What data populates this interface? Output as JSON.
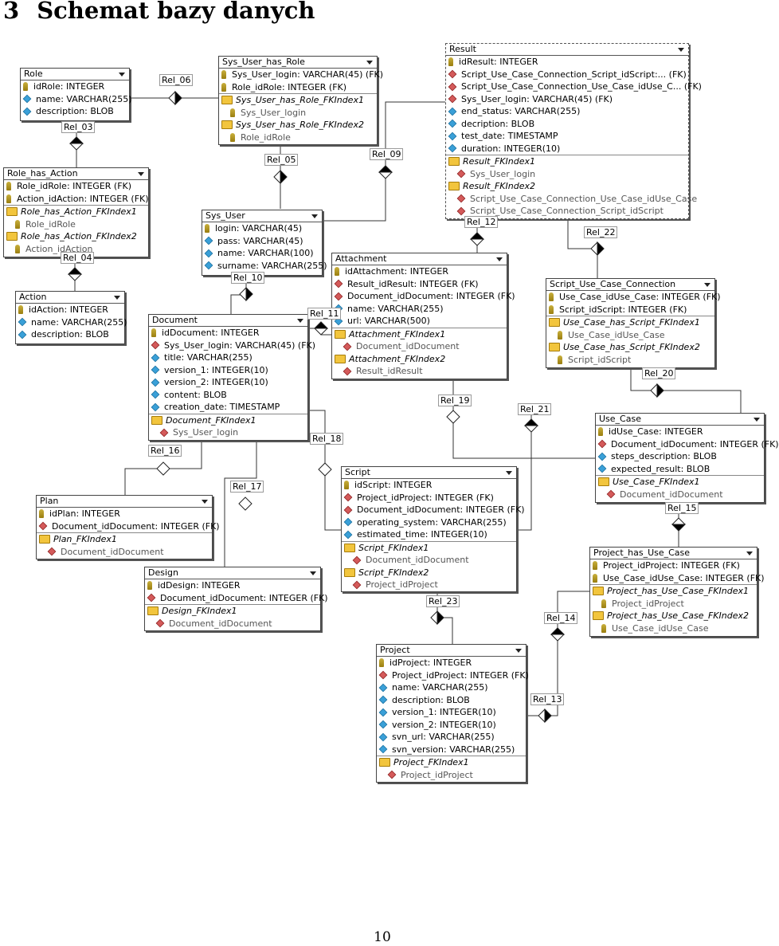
{
  "page": {
    "number": "3",
    "title": "Schemat bazy danych",
    "page_number": "10"
  },
  "tables": [
    {
      "id": "role",
      "title": "Role",
      "sections": [
        [
          {
            "icon": "key",
            "text": "idRole: INTEGER"
          },
          {
            "icon": "diamond-blue",
            "text": "name: VARCHAR(255)"
          },
          {
            "icon": "diamond-blue",
            "text": "description: BLOB"
          }
        ]
      ]
    },
    {
      "id": "sys_user_has_role",
      "title": "Sys_User_has_Role",
      "sections": [
        [
          {
            "icon": "key",
            "text": "Sys_User_login: VARCHAR(45) (FK)"
          },
          {
            "icon": "key",
            "text": "Role_idRole: INTEGER (FK)"
          }
        ],
        [
          {
            "icon": "folder",
            "text": "Sys_User_has_Role_FKIndex1",
            "italic": true
          },
          {
            "icon": "key",
            "text": "Sys_User_login",
            "sub": true
          },
          {
            "icon": "folder",
            "text": "Sys_User_has_Role_FKIndex2",
            "italic": true
          },
          {
            "icon": "key",
            "text": "Role_idRole",
            "sub": true
          }
        ]
      ]
    },
    {
      "id": "result",
      "title": "Result",
      "dashed": true,
      "sections": [
        [
          {
            "icon": "key",
            "text": "idResult: INTEGER"
          },
          {
            "icon": "diamond-red",
            "text": "Script_Use_Case_Connection_Script_idScript:... (FK)"
          },
          {
            "icon": "diamond-red",
            "text": "Script_Use_Case_Connection_Use_Case_idUse_C... (FK)"
          },
          {
            "icon": "diamond-red",
            "text": "Sys_User_login: VARCHAR(45) (FK)"
          },
          {
            "icon": "diamond-blue",
            "text": "end_status: VARCHAR(255)"
          },
          {
            "icon": "diamond-blue",
            "text": "decription: BLOB"
          },
          {
            "icon": "diamond-blue",
            "text": "test_date: TIMESTAMP"
          },
          {
            "icon": "diamond-blue",
            "text": "duration: INTEGER(10)"
          }
        ],
        [
          {
            "icon": "folder",
            "text": "Result_FKIndex1",
            "italic": true
          },
          {
            "icon": "diamond-red",
            "text": "Sys_User_login",
            "sub": true
          },
          {
            "icon": "folder",
            "text": "Result_FKIndex2",
            "italic": true
          },
          {
            "icon": "diamond-red",
            "text": "Script_Use_Case_Connection_Use_Case_idUse_Case",
            "sub": true
          },
          {
            "icon": "diamond-red",
            "text": "Script_Use_Case_Connection_Script_idScript",
            "sub": true
          }
        ]
      ]
    },
    {
      "id": "role_has_action",
      "title": "Role_has_Action",
      "sections": [
        [
          {
            "icon": "key",
            "text": "Role_idRole: INTEGER (FK)"
          },
          {
            "icon": "key",
            "text": "Action_idAction: INTEGER (FK)"
          }
        ],
        [
          {
            "icon": "folder",
            "text": "Role_has_Action_FKIndex1",
            "italic": true
          },
          {
            "icon": "key",
            "text": "Role_idRole",
            "sub": true
          },
          {
            "icon": "folder",
            "text": "Role_has_Action_FKIndex2",
            "italic": true
          },
          {
            "icon": "key",
            "text": "Action_idAction",
            "sub": true
          }
        ]
      ]
    },
    {
      "id": "sys_user",
      "title": "Sys_User",
      "sections": [
        [
          {
            "icon": "key",
            "text": "login: VARCHAR(45)"
          },
          {
            "icon": "diamond-blue",
            "text": "pass: VARCHAR(45)"
          },
          {
            "icon": "diamond-blue",
            "text": "name: VARCHAR(100)"
          },
          {
            "icon": "diamond-blue",
            "text": "surname: VARCHAR(255)"
          }
        ]
      ]
    },
    {
      "id": "attachment",
      "title": "Attachment",
      "sections": [
        [
          {
            "icon": "key",
            "text": "idAttachment: INTEGER"
          },
          {
            "icon": "diamond-red",
            "text": "Result_idResult: INTEGER (FK)"
          },
          {
            "icon": "diamond-red",
            "text": "Document_idDocument: INTEGER (FK)"
          },
          {
            "icon": "diamond-blue",
            "text": "name: VARCHAR(255)"
          },
          {
            "icon": "diamond-blue",
            "text": "url: VARCHAR(500)"
          }
        ],
        [
          {
            "icon": "folder",
            "text": "Attachment_FKIndex1",
            "italic": true
          },
          {
            "icon": "diamond-red",
            "text": "Document_idDocument",
            "sub": true
          },
          {
            "icon": "folder",
            "text": "Attachment_FKIndex2",
            "italic": true
          },
          {
            "icon": "diamond-red",
            "text": "Result_idResult",
            "sub": true
          }
        ]
      ]
    },
    {
      "id": "script_use_case_connection",
      "title": "Script_Use_Case_Connection",
      "sections": [
        [
          {
            "icon": "key",
            "text": "Use_Case_idUse_Case: INTEGER (FK)"
          },
          {
            "icon": "key",
            "text": "Script_idScript: INTEGER (FK)"
          }
        ],
        [
          {
            "icon": "folder",
            "text": "Use_Case_has_Script_FKIndex1",
            "italic": true
          },
          {
            "icon": "key",
            "text": "Use_Case_idUse_Case",
            "sub": true
          },
          {
            "icon": "folder",
            "text": "Use_Case_has_Script_FKIndex2",
            "italic": true
          },
          {
            "icon": "key",
            "text": "Script_idScript",
            "sub": true
          }
        ]
      ]
    },
    {
      "id": "action",
      "title": "Action",
      "sections": [
        [
          {
            "icon": "key",
            "text": "idAction: INTEGER"
          },
          {
            "icon": "diamond-blue",
            "text": "name: VARCHAR(255)"
          },
          {
            "icon": "diamond-blue",
            "text": "description: BLOB"
          }
        ]
      ]
    },
    {
      "id": "document",
      "title": "Document",
      "sections": [
        [
          {
            "icon": "key",
            "text": "idDocument: INTEGER"
          },
          {
            "icon": "diamond-red",
            "text": "Sys_User_login: VARCHAR(45) (FK)"
          },
          {
            "icon": "diamond-blue",
            "text": "title: VARCHAR(255)"
          },
          {
            "icon": "diamond-blue",
            "text": "version_1: INTEGER(10)"
          },
          {
            "icon": "diamond-blue",
            "text": "version_2: INTEGER(10)"
          },
          {
            "icon": "diamond-blue",
            "text": "content: BLOB"
          },
          {
            "icon": "diamond-blue",
            "text": "creation_date: TIMESTAMP"
          }
        ],
        [
          {
            "icon": "folder",
            "text": "Document_FKIndex1",
            "italic": true
          },
          {
            "icon": "diamond-red",
            "text": "Sys_User_login",
            "sub": true
          }
        ]
      ]
    },
    {
      "id": "use_case",
      "title": "Use_Case",
      "sections": [
        [
          {
            "icon": "key",
            "text": "idUse_Case: INTEGER"
          },
          {
            "icon": "diamond-red",
            "text": "Document_idDocument: INTEGER (FK)"
          },
          {
            "icon": "diamond-blue",
            "text": "steps_description: BLOB"
          },
          {
            "icon": "diamond-blue",
            "text": "expected_result: BLOB"
          }
        ],
        [
          {
            "icon": "folder",
            "text": "Use_Case_FKIndex1",
            "italic": true
          },
          {
            "icon": "diamond-red",
            "text": "Document_idDocument",
            "sub": true
          }
        ]
      ]
    },
    {
      "id": "plan",
      "title": "Plan",
      "sections": [
        [
          {
            "icon": "key",
            "text": "idPlan: INTEGER"
          },
          {
            "icon": "diamond-red",
            "text": "Document_idDocument: INTEGER (FK)"
          }
        ],
        [
          {
            "icon": "folder",
            "text": "Plan_FKIndex1",
            "italic": true
          },
          {
            "icon": "diamond-red",
            "text": "Document_idDocument",
            "sub": true
          }
        ]
      ]
    },
    {
      "id": "script",
      "title": "Script",
      "sections": [
        [
          {
            "icon": "key",
            "text": "idScript: INTEGER"
          },
          {
            "icon": "diamond-red",
            "text": "Project_idProject: INTEGER (FK)"
          },
          {
            "icon": "diamond-red",
            "text": "Document_idDocument: INTEGER (FK)"
          },
          {
            "icon": "diamond-blue",
            "text": "operating_system: VARCHAR(255)"
          },
          {
            "icon": "diamond-blue",
            "text": "estimated_time: INTEGER(10)"
          }
        ],
        [
          {
            "icon": "folder",
            "text": "Script_FKIndex1",
            "italic": true
          },
          {
            "icon": "diamond-red",
            "text": "Document_idDocument",
            "sub": true
          },
          {
            "icon": "folder",
            "text": "Script_FKIndex2",
            "italic": true
          },
          {
            "icon": "diamond-red",
            "text": "Project_idProject",
            "sub": true
          }
        ]
      ]
    },
    {
      "id": "project_has_use_case",
      "title": "Project_has_Use_Case",
      "sections": [
        [
          {
            "icon": "key",
            "text": "Project_idProject: INTEGER (FK)"
          },
          {
            "icon": "key",
            "text": "Use_Case_idUse_Case: INTEGER (FK)"
          }
        ],
        [
          {
            "icon": "folder",
            "text": "Project_has_Use_Case_FKIndex1",
            "italic": true
          },
          {
            "icon": "key",
            "text": "Project_idProject",
            "sub": true
          },
          {
            "icon": "folder",
            "text": "Project_has_Use_Case_FKIndex2",
            "italic": true
          },
          {
            "icon": "key",
            "text": "Use_Case_idUse_Case",
            "sub": true
          }
        ]
      ]
    },
    {
      "id": "design",
      "title": "Design",
      "sections": [
        [
          {
            "icon": "key",
            "text": "idDesign: INTEGER"
          },
          {
            "icon": "diamond-red",
            "text": "Document_idDocument: INTEGER (FK)"
          }
        ],
        [
          {
            "icon": "folder",
            "text": "Design_FKIndex1",
            "italic": true
          },
          {
            "icon": "diamond-red",
            "text": "Document_idDocument",
            "sub": true
          }
        ]
      ]
    },
    {
      "id": "project",
      "title": "Project",
      "sections": [
        [
          {
            "icon": "key",
            "text": "idProject: INTEGER"
          },
          {
            "icon": "diamond-red",
            "text": "Project_idProject: INTEGER (FK)"
          },
          {
            "icon": "diamond-blue",
            "text": "name: VARCHAR(255)"
          },
          {
            "icon": "diamond-blue",
            "text": "description: BLOB"
          },
          {
            "icon": "diamond-blue",
            "text": "version_1: INTEGER(10)"
          },
          {
            "icon": "diamond-blue",
            "text": "version_2: INTEGER(10)"
          },
          {
            "icon": "diamond-blue",
            "text": "svn_url: VARCHAR(255)"
          },
          {
            "icon": "diamond-blue",
            "text": "svn_version: VARCHAR(255)"
          }
        ],
        [
          {
            "icon": "folder",
            "text": "Project_FKIndex1",
            "italic": true
          },
          {
            "icon": "diamond-red",
            "text": "Project_idProject",
            "sub": true
          }
        ]
      ]
    }
  ],
  "relations": [
    {
      "id": "rel06",
      "label": "Rel_06"
    },
    {
      "id": "rel03",
      "label": "Rel_03"
    },
    {
      "id": "rel05",
      "label": "Rel_05"
    },
    {
      "id": "rel09",
      "label": "Rel_09"
    },
    {
      "id": "rel04",
      "label": "Rel_04"
    },
    {
      "id": "rel12",
      "label": "Rel_12"
    },
    {
      "id": "rel22",
      "label": "Rel_22"
    },
    {
      "id": "rel10",
      "label": "Rel_10"
    },
    {
      "id": "rel11",
      "label": "Rel_11"
    },
    {
      "id": "rel20",
      "label": "Rel_20"
    },
    {
      "id": "rel19",
      "label": "Rel_19"
    },
    {
      "id": "rel21",
      "label": "Rel_21"
    },
    {
      "id": "rel18",
      "label": "Rel_18"
    },
    {
      "id": "rel16",
      "label": "Rel_16"
    },
    {
      "id": "rel17",
      "label": "Rel_17"
    },
    {
      "id": "rel15",
      "label": "Rel_15"
    },
    {
      "id": "rel23",
      "label": "Rel_23"
    },
    {
      "id": "rel14",
      "label": "Rel_14"
    },
    {
      "id": "rel13",
      "label": "Rel_13"
    }
  ]
}
